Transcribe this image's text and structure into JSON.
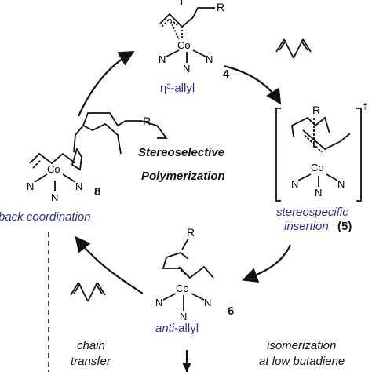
{
  "metals": {
    "top": "Co",
    "right": "Co",
    "bottom": "Co",
    "left": "Co"
  },
  "ligand_atom": "N",
  "substituent": "R",
  "compounds": {
    "top": {
      "number": "4",
      "label": "η³-allyl"
    },
    "right": {
      "number": "(5)",
      "label_line1": "stereospecific",
      "label_line2": "insertion",
      "bracket_mark": "‡"
    },
    "bottom": {
      "number": "6",
      "label_prefix": "anti",
      "label_suffix": "-allyl"
    },
    "left": {
      "number": "8",
      "label": "back coordination"
    }
  },
  "center": {
    "line1": "Stereoselective",
    "line2": "Polymerization"
  },
  "notes": {
    "chain_transfer_line1": "chain",
    "chain_transfer_line2": "transfer",
    "isomerization_line1": "isomerization",
    "isomerization_line2": "at low butadiene"
  },
  "colors": {
    "label_blue": "#2e3192",
    "ink": "#111111"
  }
}
